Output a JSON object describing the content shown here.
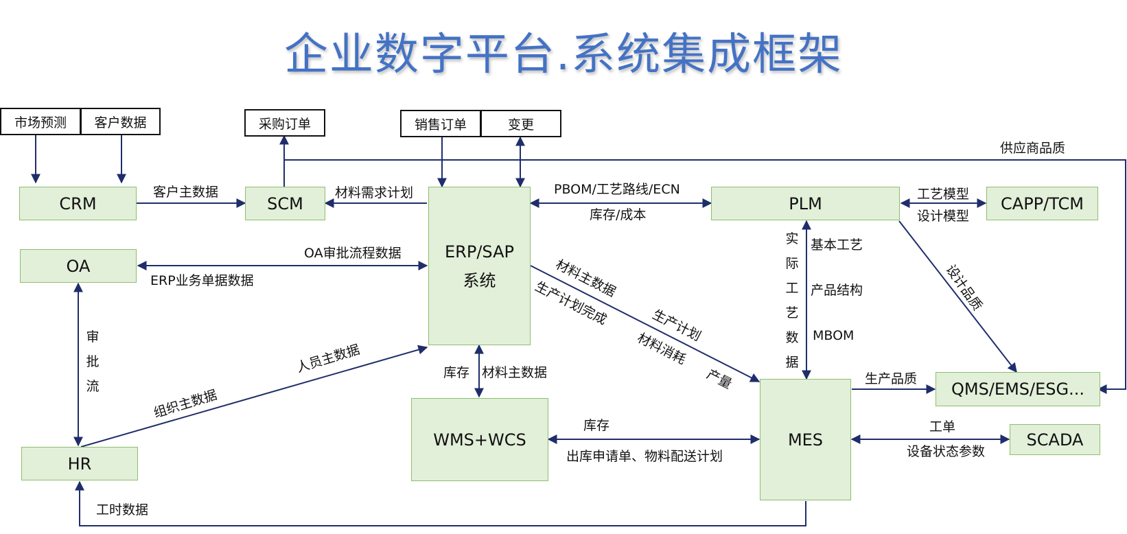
{
  "title": "企业数字平台.系统集成框架",
  "nodes": {
    "crm": "CRM",
    "scm": "SCM",
    "erp_line1": "ERP/SAP",
    "erp_line2": "系统",
    "plm": "PLM",
    "capp": "CAPP/TCM",
    "oa": "OA",
    "hr": "HR",
    "wms": "WMS+WCS",
    "mes": "MES",
    "qms": "QMS/EMS/ESG...",
    "scada": "SCADA"
  },
  "documents": {
    "market_forecast": "市场预测",
    "customer_data": "客户数据",
    "purchase_order": "采购订单",
    "sales_order": "销售订单",
    "change": "变更"
  },
  "edge_labels": {
    "customer_master": "客户主数据",
    "material_plan": "材料需求计划",
    "pbom": "PBOM/工艺路线/ECN",
    "stock_cost": "库存/成本",
    "process_model": "工艺模型",
    "design_model": "设计模型",
    "supply_quality": "供应商品质",
    "oa_flow": "OA审批流程数据",
    "erp_docs": "ERP业务单据数据",
    "approval_flow": "审批流",
    "personnel_master": "人员主数据",
    "org_master": "组织主数据",
    "stock": "库存",
    "material_master_wms": "材料主数据",
    "material_master_mes": "材料主数据",
    "plan_complete": "生产计划完成",
    "production_plan": "生产计划",
    "material_consume": "材料消耗",
    "output": "产量",
    "actual_process": "实际工艺数据",
    "basic_process": "基本工艺",
    "product_structure": "产品结构",
    "mbom": "MBOM",
    "design_quality": "设计品质",
    "production_quality": "生产品质",
    "wms_stock": "库存",
    "outbound": "出库申请单、物料配送计划",
    "work_order": "工单",
    "device_status": "设备状态参数",
    "work_hours": "工时数据"
  },
  "colors": {
    "title": "#4472c4",
    "node_fill": "#e2efd9",
    "node_border": "#8cbf6b",
    "line": "#1f2d6b"
  }
}
